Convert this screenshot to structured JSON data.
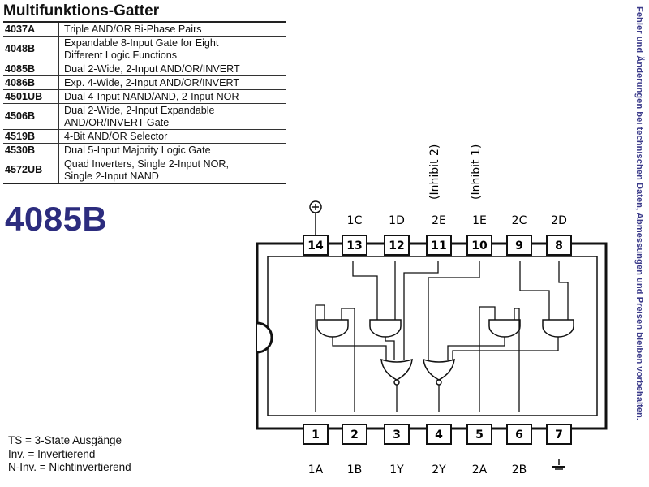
{
  "table": {
    "title": "Multifunktions-Gatter",
    "rows": [
      {
        "code": "4037A",
        "lines": [
          "Triple AND/OR Bi-Phase Pairs"
        ]
      },
      {
        "code": "4048B",
        "lines": [
          "Expandable 8-Input Gate for Eight",
          "Different Logic Functions"
        ]
      },
      {
        "code": "4085B",
        "lines": [
          "Dual 2-Wide, 2-Input AND/OR/INVERT"
        ]
      },
      {
        "code": "4086B",
        "lines": [
          "Exp. 4-Wide, 2-Input AND/OR/INVERT"
        ]
      },
      {
        "code": "4501UB",
        "lines": [
          "Dual 4-Input NAND/AND, 2-Input NOR"
        ]
      },
      {
        "code": "4506B",
        "lines": [
          "Dual 2-Wide, 2-Input Expandable",
          "AND/OR/INVERT-Gate"
        ]
      },
      {
        "code": "4519B",
        "lines": [
          "4-Bit AND/OR Selector"
        ]
      },
      {
        "code": "4530B",
        "lines": [
          "Dual 5-Input Majority Logic Gate"
        ]
      },
      {
        "code": "4572UB",
        "lines": [
          "Quad Inverters, Single 2-Input NOR,",
          "Single 2-Input NAND"
        ]
      }
    ]
  },
  "chip": {
    "id": "4085B",
    "top_pins": [
      {
        "num": "14",
        "label": ""
      },
      {
        "num": "13",
        "label": "1C"
      },
      {
        "num": "12",
        "label": "1D"
      },
      {
        "num": "11",
        "label": "2E"
      },
      {
        "num": "10",
        "label": "1E"
      },
      {
        "num": "9",
        "label": "2C"
      },
      {
        "num": "8",
        "label": "2D"
      }
    ],
    "bottom_pins": [
      {
        "num": "1",
        "label": "1A"
      },
      {
        "num": "2",
        "label": "1B"
      },
      {
        "num": "3",
        "label": "1Y"
      },
      {
        "num": "4",
        "label": "2Y"
      },
      {
        "num": "5",
        "label": "2A"
      },
      {
        "num": "6",
        "label": "2B"
      },
      {
        "num": "7",
        "label": ""
      }
    ],
    "inhibit_labels": [
      "(Inhibit 2)",
      "(Inhibit 1)"
    ],
    "vdd_icon": "circled-plus-icon",
    "ground_icon": "ground-icon"
  },
  "legend": {
    "lines": [
      "TS = 3-State Ausgänge",
      "Inv. = Invertierend",
      "N-Inv. =  Nichtinvertierend"
    ]
  },
  "side_note": "Fehler und Änderungen bei technischen Daten, Abmessungen und Preisen bleiben vorbehalten.",
  "colors": {
    "chip_id": "#2c2c7e",
    "side_note": "#3b3b8a"
  }
}
